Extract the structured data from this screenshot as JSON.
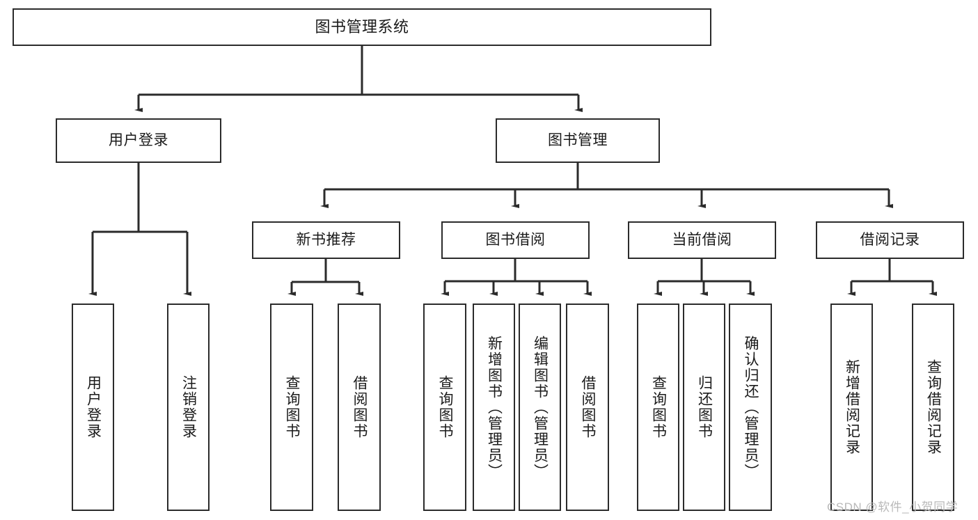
{
  "diagram": {
    "title": "图书管理系统",
    "type": "tree",
    "root": {
      "id": "root",
      "label": "图书管理系统"
    },
    "level2": [
      {
        "id": "user-login",
        "label": "用户登录"
      },
      {
        "id": "book-manage",
        "label": "图书管理"
      }
    ],
    "level3": [
      {
        "id": "new-book-recommend",
        "label": "新书推荐"
      },
      {
        "id": "book-borrow",
        "label": "图书借阅"
      },
      {
        "id": "current-borrow",
        "label": "当前借阅"
      },
      {
        "id": "borrow-record",
        "label": "借阅记录"
      }
    ],
    "leaves": {
      "user_login": [
        {
          "id": "leaf-user-login",
          "label": "用户登录"
        },
        {
          "id": "leaf-logout-login",
          "label": "注销登录"
        }
      ],
      "new_book_recommend": [
        {
          "id": "leaf-query-book-1",
          "label": "查询图书"
        },
        {
          "id": "leaf-borrow-book-1",
          "label": "借阅图书"
        }
      ],
      "book_borrow": [
        {
          "id": "leaf-query-book-2",
          "label": "查询图书"
        },
        {
          "id": "leaf-add-book",
          "label": "新增图书（管理员）"
        },
        {
          "id": "leaf-edit-book",
          "label": "编辑图书（管理员）"
        },
        {
          "id": "leaf-borrow-book-2",
          "label": "借阅图书"
        }
      ],
      "current_borrow": [
        {
          "id": "leaf-query-book-3",
          "label": "查询图书"
        },
        {
          "id": "leaf-return-book",
          "label": "归还图书"
        },
        {
          "id": "leaf-confirm-return",
          "label": "确认归还（管理员）"
        }
      ],
      "borrow_record": [
        {
          "id": "leaf-add-record",
          "label": "新增借阅记录"
        },
        {
          "id": "leaf-query-record",
          "label": "查询借阅记录"
        }
      ]
    }
  },
  "watermark": {
    "text": "CSDN @软件_小贺同学"
  },
  "colors": {
    "stroke": "#2b2b2b",
    "background": "#ffffff",
    "text": "#1a1a1a",
    "watermark": "#b9b9b9"
  }
}
